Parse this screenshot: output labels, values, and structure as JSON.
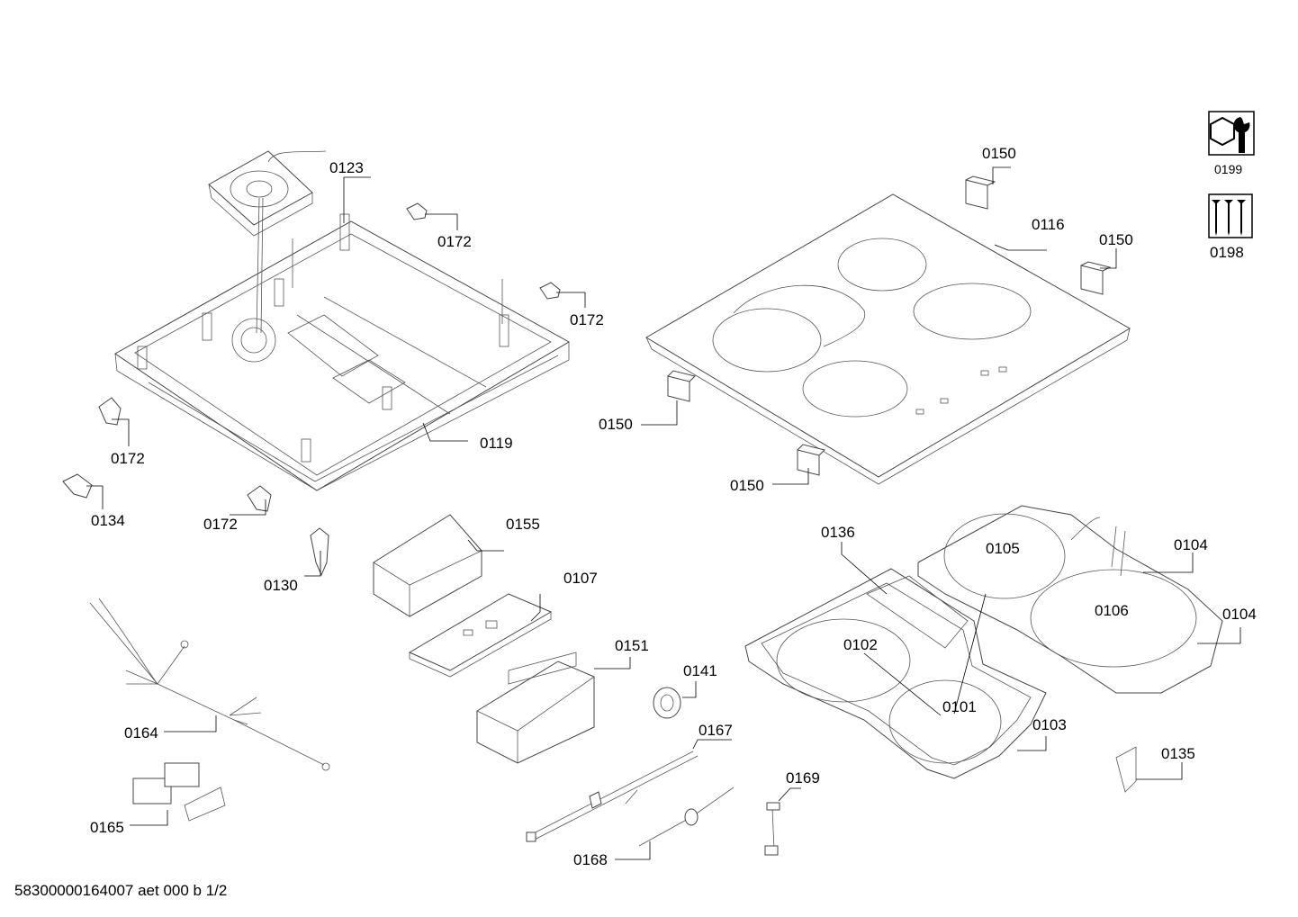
{
  "document_code": "58300000164007 aet 000 b 1/2",
  "service_icons": {
    "tool_icon": "wrench-nut-icon",
    "tool_label": "0199",
    "screws_icon": "screws-icon",
    "screws_label": "0198"
  },
  "parts": {
    "p0123": "0123",
    "p0172a": "0172",
    "p0172b": "0172",
    "p0172c": "0172",
    "p0172d": "0172",
    "p0119": "0119",
    "p0134": "0134",
    "p0130": "0130",
    "p0150a": "0150",
    "p0150b": "0150",
    "p0150c": "0150",
    "p0150d": "0150",
    "p0116": "0116",
    "p0155": "0155",
    "p0107": "0107",
    "p0151": "0151",
    "p0141": "0141",
    "p0167": "0167",
    "p0168": "0168",
    "p0169": "0169",
    "p0164": "0164",
    "p0165": "0165",
    "p0136": "0136",
    "p0105": "0105",
    "p0104a": "0104",
    "p0104b": "0104",
    "p0106": "0106",
    "p0102": "0102",
    "p0101": "0101",
    "p0103": "0103",
    "p0135": "0135"
  }
}
